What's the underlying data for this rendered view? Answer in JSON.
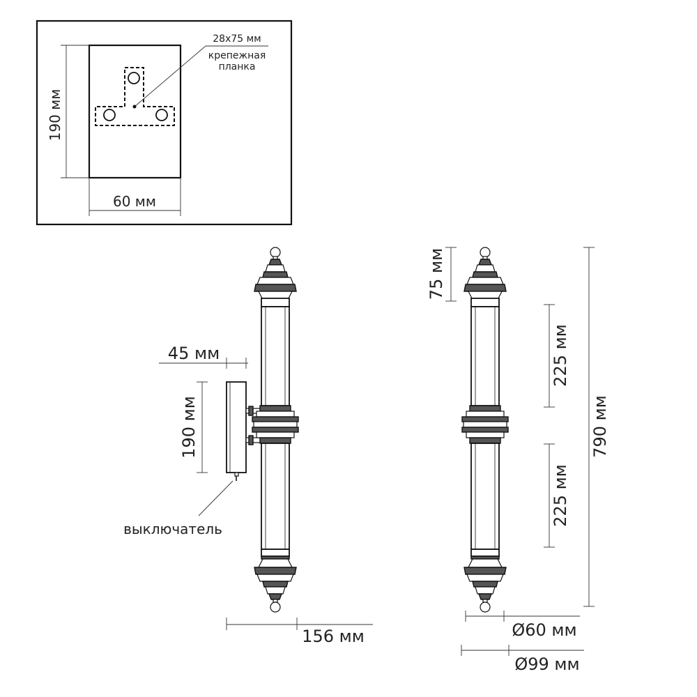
{
  "mounting_plate": {
    "height_label": "190 мм",
    "width_label": "60 мм",
    "bracket_size_label": "28x75 мм",
    "bracket_name_line1": "крепежная",
    "bracket_name_line2": "планка"
  },
  "side_view": {
    "offset_label": "45 мм",
    "base_height_label": "190 мм",
    "switch_label": "выключатель",
    "depth_label": "156 мм"
  },
  "front_view": {
    "finial_label": "75 мм",
    "upper_tube_label": "225 мм",
    "lower_tube_label": "225 мм",
    "total_height_label": "790 мм",
    "tube_diameter_label": "Ø60 мм",
    "flange_diameter_label": "Ø99 мм"
  }
}
